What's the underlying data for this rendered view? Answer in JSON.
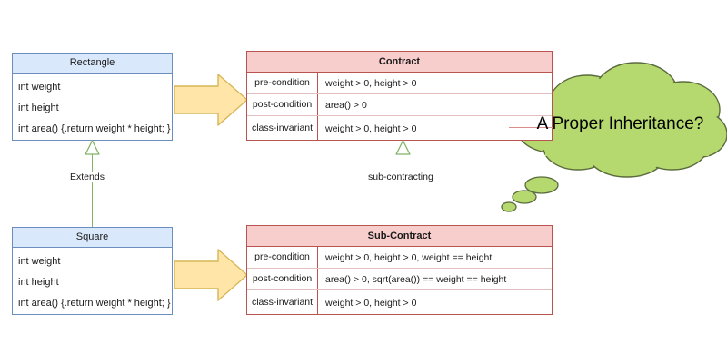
{
  "diagram": {
    "title": "A Proper Inheritance?",
    "colors": {
      "class_fill": "#dae8fc",
      "class_stroke": "#6c8ebf",
      "contract_fill": "#f8cecc",
      "contract_stroke": "#b85450",
      "arrow_fill": "#ffe6a8",
      "arrow_stroke": "#d6b656",
      "cloud_fill": "#b5d96f",
      "cloud_stroke": "#5a6b3d",
      "connector": "#82b366",
      "background": "#ffffff"
    }
  },
  "classes": [
    {
      "name": "Rectangle",
      "members": [
        "int weight",
        "int height",
        "int area() {.return weight * height; }"
      ]
    },
    {
      "name": "Square",
      "members": [
        "int weight",
        "int height",
        "int area() {.return weight * height; }"
      ]
    }
  ],
  "contracts": [
    {
      "name": "Contract",
      "rows": [
        {
          "key": "pre-condition",
          "value": "weight > 0, height > 0"
        },
        {
          "key": "post-condition",
          "value": "area() > 0"
        },
        {
          "key": "class-invariant",
          "value": "weight > 0, height > 0"
        }
      ]
    },
    {
      "name": "Sub-Contract",
      "rows": [
        {
          "key": "pre-condition",
          "value": "weight > 0, height > 0, weight == height"
        },
        {
          "key": "post-condition",
          "value": "area() > 0, sqrt(area()) == weight == height"
        },
        {
          "key": "class-invariant",
          "value": "weight > 0, height > 0"
        }
      ]
    }
  ],
  "connectors": [
    {
      "label": "Extends"
    },
    {
      "label": "sub-contracting"
    }
  ],
  "callout": {
    "text": "A Proper Inheritance?"
  }
}
